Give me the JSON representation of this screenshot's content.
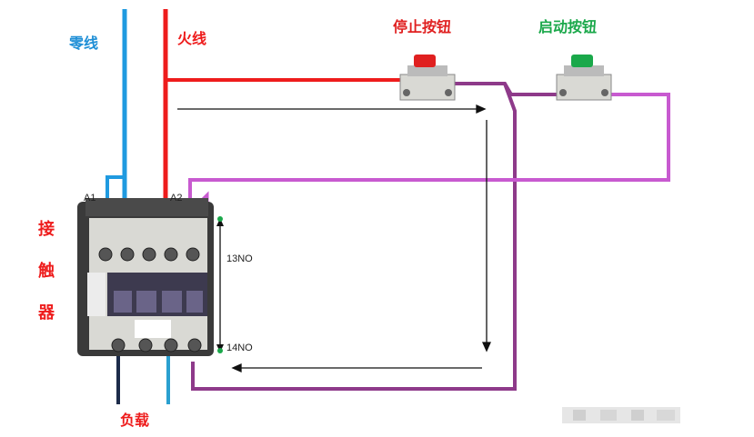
{
  "labels": {
    "neutral": "零线",
    "live": "火线",
    "stop_button": "停止按钮",
    "start_button": "启动按钮",
    "contactor_chars": [
      "接",
      "触",
      "器"
    ],
    "load": "负载",
    "a1": "A1",
    "a2": "A2",
    "no13": "13NO",
    "no14": "14NO"
  },
  "colors": {
    "neutral": "#1f9ae0",
    "live": "#ee1c1c",
    "control": "#8e3a8a",
    "control_light": "#c85ad0",
    "stop": "#e02020",
    "start": "#1aa84a",
    "dark_wire": "#1c2b4a"
  }
}
